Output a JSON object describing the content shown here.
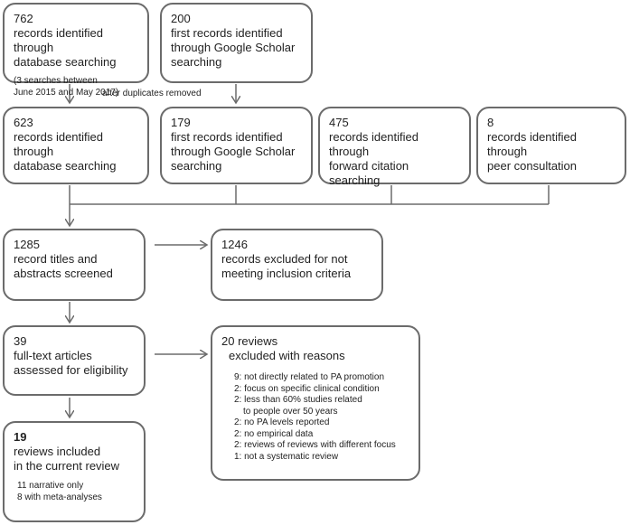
{
  "boxes": {
    "db_initial": {
      "number": "762",
      "line1": "records identified through",
      "line2": "database searching",
      "note1": "(3 searches between",
      "note2": "June 2015 and May 2017)"
    },
    "gs_initial": {
      "number": "200",
      "line1": "first records identified",
      "line2": "through Google Scholar",
      "line3": "searching"
    },
    "db_dedup": {
      "number": "623",
      "line1": "records identified through",
      "line2": "database searching"
    },
    "gs_dedup": {
      "number": "179",
      "line1": "first records identified",
      "line2": "through Google Scholar",
      "line3": "searching"
    },
    "forward": {
      "number": "475",
      "line1": "records identified through",
      "line2": "forward citation searching"
    },
    "peer": {
      "number": "8",
      "line1": "records identified through",
      "line2": "peer consultation"
    },
    "screened": {
      "number": "1285",
      "line1": "record titles and",
      "line2": "abstracts screened"
    },
    "excluded_screen": {
      "number": "1246",
      "line1": "records excluded for not",
      "line2": "meeting inclusion criteria"
    },
    "fulltext": {
      "number": "39",
      "line1": "full-text articles",
      "line2": "assessed for eligibility"
    },
    "excluded_fulltext": {
      "line1": "20 reviews",
      "line2": "excluded with reasons",
      "reasons": [
        "9: not directly related to PA promotion",
        "2: focus on specific clinical condition",
        "2: less than 60% studies related",
        "to people over 50 years",
        "2: no PA levels reported",
        "2: no empirical data",
        "2: reviews of reviews with different focus",
        "1: not a systematic review"
      ]
    },
    "included": {
      "number": "19",
      "line1": "reviews included",
      "line2": "in the current review",
      "sub1": "11 narrative only",
      "sub2": "8 with meta-analyses"
    }
  },
  "labels": {
    "duplicates": "after duplicates removed"
  }
}
